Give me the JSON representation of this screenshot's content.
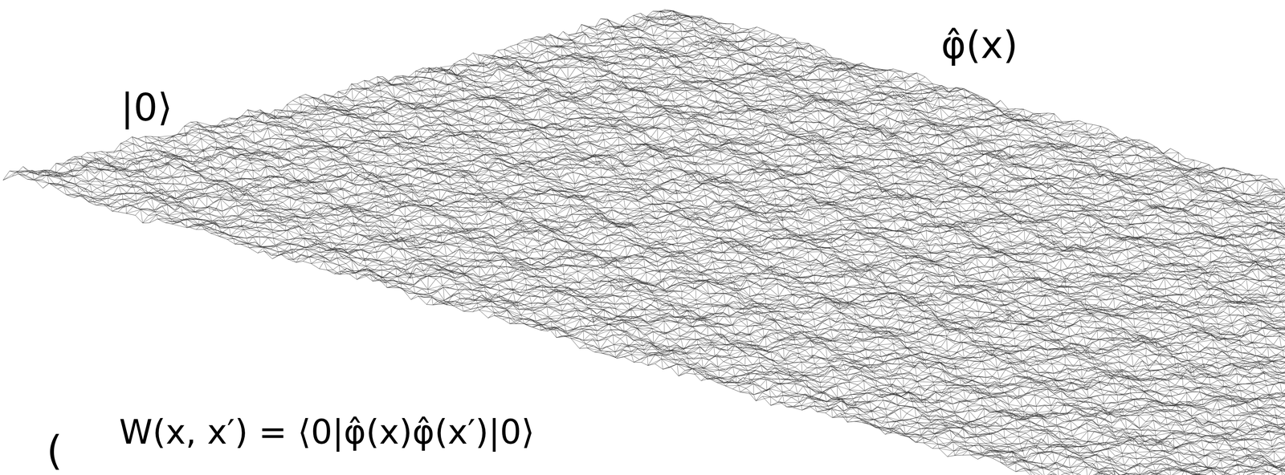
{
  "diagram": {
    "labels": [
      "|0⟩",
      "φ̂(x)",
      "W(x, x′) = ⟨0|φ̂(x)φ̂(x′)|0⟩",
      "("
    ]
  }
}
